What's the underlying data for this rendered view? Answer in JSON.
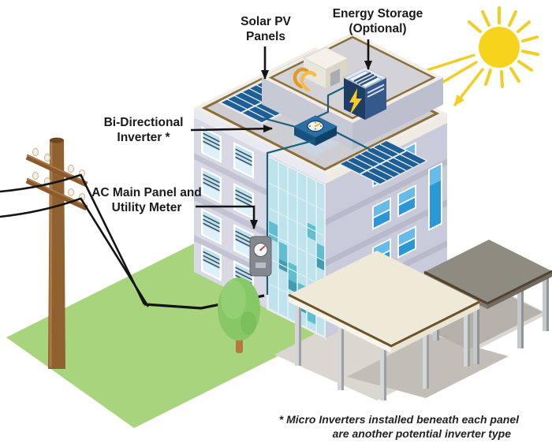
{
  "labels": {
    "solar_pv": {
      "line1": "Solar PV",
      "line2": "Panels"
    },
    "energy_storage": {
      "line1": "Energy Storage",
      "line2": "(Optional)"
    },
    "bidirectional_inverter": {
      "line1": "Bi-Directional",
      "line2": "Inverter *"
    },
    "ac_main_panel": {
      "line1": "AC Main Panel and",
      "line2": "Utility Meter"
    },
    "footnote": {
      "line1": "* Micro Inverters installed beneath each panel",
      "line2": "are another potential inverter type"
    }
  },
  "colors": {
    "sun": "#F6D41C",
    "sun_ray": "#F2CE22",
    "solar_panel": "#1D5E94",
    "battery_front": "#1F3C63",
    "lightning_bolt": "#F5CF1B",
    "connection_line": "#1A607E",
    "grass": "#A8D47E",
    "wire": "#141414",
    "pole": "#91602F",
    "glass_wall": "#BFE3EC",
    "wall": "#D8D9E5",
    "label_text": "#1A1A1A"
  },
  "components": [
    "sun",
    "utility-pole",
    "power-lines",
    "grass",
    "tree",
    "building",
    "solar-array-1",
    "solar-array-2",
    "bidirectional-inverter",
    "energy-storage-battery",
    "rooftop-penthouse",
    "utility-meter",
    "front-canopy",
    "back-canopy"
  ]
}
